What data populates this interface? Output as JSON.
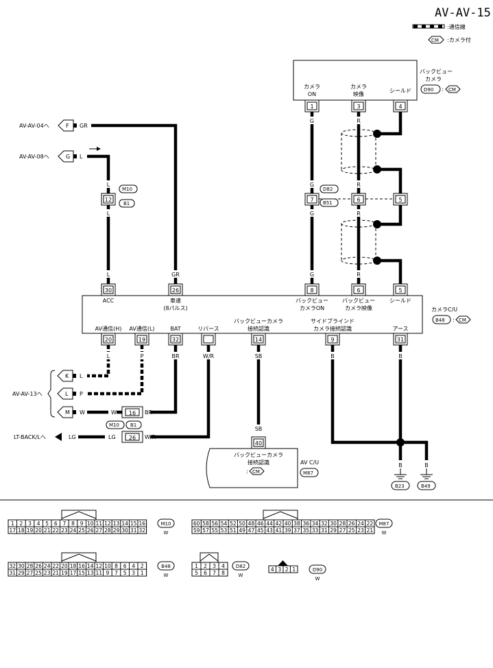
{
  "page_id": "AV-AV-15",
  "legend": {
    "comm_line": ":通信線",
    "cm_badge": "CM",
    "camera_equipped": ":カメラ付"
  },
  "camera": {
    "title_line1": "バックビュー",
    "title_line2": "カメラ",
    "connector": "D90",
    "badge": "CM",
    "pins": [
      {
        "num": "1",
        "label1": "カメラ",
        "label2": "ON",
        "color": "G"
      },
      {
        "num": "3",
        "label1": "カメラ",
        "label2": "映像",
        "color": "R"
      },
      {
        "num": "4",
        "label1": "シールド",
        "label2": "",
        "color": ""
      }
    ]
  },
  "mid_connector": {
    "conn_top": "D82",
    "conn_bottom": "B51",
    "pins": [
      "7",
      "6",
      "5"
    ],
    "colors": [
      "G",
      "R"
    ]
  },
  "left_refs": [
    {
      "ref": "AV-AV-04へ",
      "tag": "F",
      "color": "GR"
    },
    {
      "ref": "AV-AV-08へ",
      "tag": "G",
      "color": "L"
    }
  ],
  "m10_joint": {
    "pin": "12",
    "conn_top": "M10",
    "conn_bottom": "B1",
    "color_top": "L",
    "color_bottom": "L"
  },
  "camera_cu": {
    "title": "カメラC/U",
    "connector": "B48",
    "badge": "CM",
    "top_pins": [
      {
        "num": "30",
        "label1": "ACC",
        "label2": "",
        "color": "L"
      },
      {
        "num": "26",
        "label1": "車速",
        "label2": "(8パルス)",
        "color": "GR"
      },
      {
        "num": "8",
        "label1": "バックビュー",
        "label2": "カメラON",
        "color": "G"
      },
      {
        "num": "6",
        "label1": "バックビュー",
        "label2": "カメラ映像",
        "color": "R"
      },
      {
        "num": "5",
        "label1": "シールド",
        "label2": "",
        "color": ""
      }
    ],
    "bottom_pins": [
      {
        "num": "20",
        "label1": "AV通信(H)",
        "label2": "",
        "color": "L"
      },
      {
        "num": "19",
        "label1": "AV通信(L)",
        "label2": "",
        "color": "P"
      },
      {
        "num": "32",
        "label1": "BAT",
        "label2": "",
        "color": "BR"
      },
      {
        "num": "",
        "label1": "リバース",
        "label2": "",
        "color": "W/R"
      },
      {
        "num": "14",
        "label1": "バックビューカメラ",
        "label2": "接続認識",
        "color": "SB"
      },
      {
        "num": "9",
        "label1": "サイドブラインド",
        "label2": "カメラ接続認識",
        "color": "B"
      },
      {
        "num": "31",
        "label1": "アース",
        "label2": "",
        "color": "B"
      }
    ]
  },
  "av13": {
    "ref": "AV-AV-13へ",
    "tags": [
      {
        "tag": "K",
        "color": "L"
      },
      {
        "tag": "L",
        "color": "P"
      },
      {
        "tag": "M",
        "color": "W"
      }
    ]
  },
  "m10_lower": {
    "pin16": "16",
    "pin26": "26",
    "conn_top": "M10",
    "conn_bottom": "B1",
    "w_left": "W",
    "br_right": "BR",
    "lg_left": "LG",
    "wr_right": "W/R"
  },
  "lt_back": {
    "ref": "LT-BACK/Lへ",
    "color": "LG"
  },
  "av_cu": {
    "pin": "40",
    "color": "SB",
    "label1": "バックビューカメラ",
    "label2": "接続認識",
    "title": "AV C/U",
    "connector": "M87",
    "badge": "CM"
  },
  "grounds": [
    {
      "color": "B",
      "label": "B23"
    },
    {
      "color": "B",
      "label": "B49"
    }
  ],
  "connector_views": [
    {
      "id": "M10",
      "sub": "W",
      "row1": [
        "1",
        "2",
        "3",
        "4",
        "5",
        "6",
        "7",
        "8",
        "9",
        "10",
        "11",
        "12",
        "13",
        "14",
        "15",
        "16"
      ],
      "row2": [
        "17",
        "18",
        "19",
        "20",
        "21",
        "22",
        "23",
        "24",
        "25",
        "26",
        "27",
        "28",
        "29",
        "30",
        "31",
        "32"
      ]
    },
    {
      "id": "M87",
      "sub": "W",
      "row1": [
        "60",
        "58",
        "56",
        "54",
        "52",
        "50",
        "48",
        "46",
        "44",
        "42",
        "40",
        "38",
        "36",
        "34",
        "32",
        "30",
        "28",
        "26",
        "24",
        "22"
      ],
      "row2": [
        "59",
        "57",
        "55",
        "53",
        "51",
        "49",
        "47",
        "45",
        "43",
        "41",
        "39",
        "37",
        "35",
        "33",
        "31",
        "29",
        "27",
        "25",
        "23",
        "21"
      ]
    },
    {
      "id": "B48",
      "sub": "W",
      "row1": [
        "32",
        "30",
        "28",
        "26",
        "24",
        "22",
        "20",
        "18",
        "16",
        "14",
        "12",
        "10",
        "8",
        "6",
        "4",
        "2"
      ],
      "row2": [
        "31",
        "29",
        "27",
        "25",
        "23",
        "21",
        "19",
        "17",
        "15",
        "13",
        "11",
        "9",
        "7",
        "5",
        "3",
        "1"
      ]
    },
    {
      "id": "D82",
      "sub": "W",
      "row1": [
        "1",
        "2",
        "3",
        "4"
      ],
      "row2": [
        "5",
        "6",
        "7",
        "8"
      ]
    },
    {
      "id": "D90",
      "sub": "W",
      "row1": [
        "4",
        "3",
        "2",
        "1"
      ],
      "row2": []
    }
  ]
}
